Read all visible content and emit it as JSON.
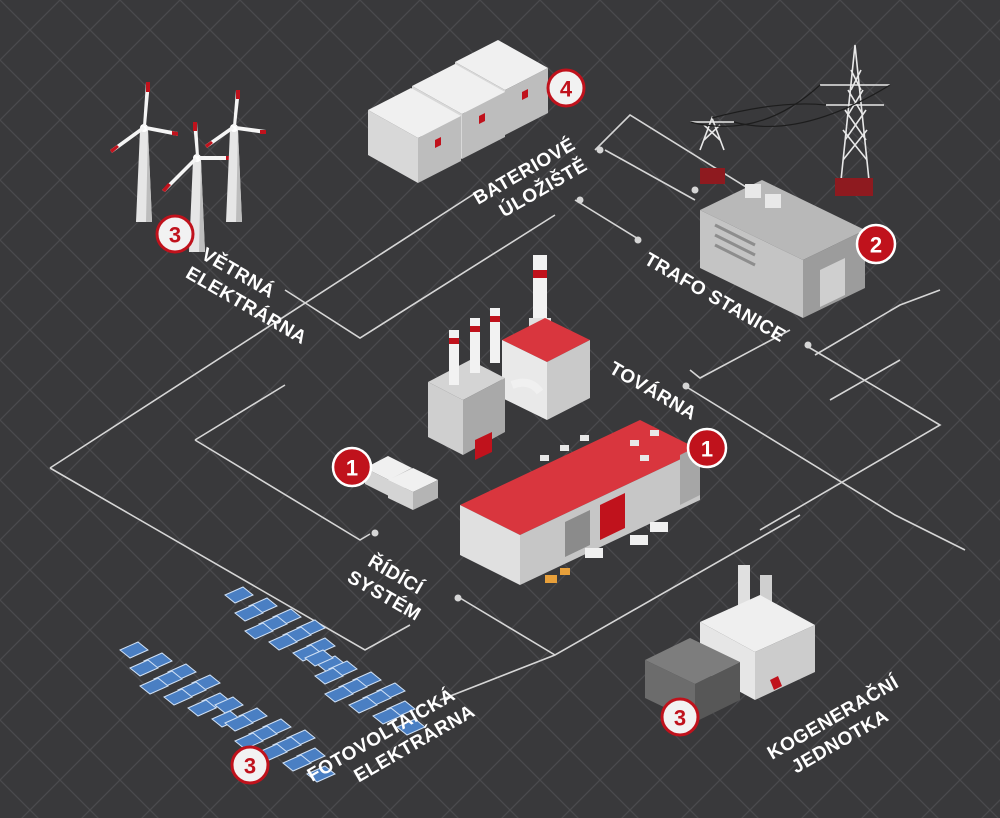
{
  "labels": {
    "wind": [
      "VĚTRNÁ",
      "ELEKTRÁRNA"
    ],
    "battery": [
      "BATERIOVÉ",
      "ÚLOŽIŠTĚ"
    ],
    "trafo": "TRAFO STANICE",
    "factory": "TOVÁRNA",
    "control": [
      "ŘÍDÍCÍ",
      "SYSTÉM"
    ],
    "solar": [
      "FOTOVOLTAICKÁ",
      "ELEKTRÁRNA"
    ],
    "chp": [
      "KOGENERAČNÍ",
      "JEDNOTKA"
    ]
  },
  "badges": {
    "wind": "3",
    "battery": "4",
    "trafo": "2",
    "factory_main": "1",
    "factory_small": "1",
    "solar": "3",
    "chp": "3"
  },
  "colors": {
    "background": "#39393b",
    "grid": "#4a4a4d",
    "accent_red": "#c0121c",
    "roof_red": "#d9363e",
    "connector": "#d6d6d6"
  }
}
